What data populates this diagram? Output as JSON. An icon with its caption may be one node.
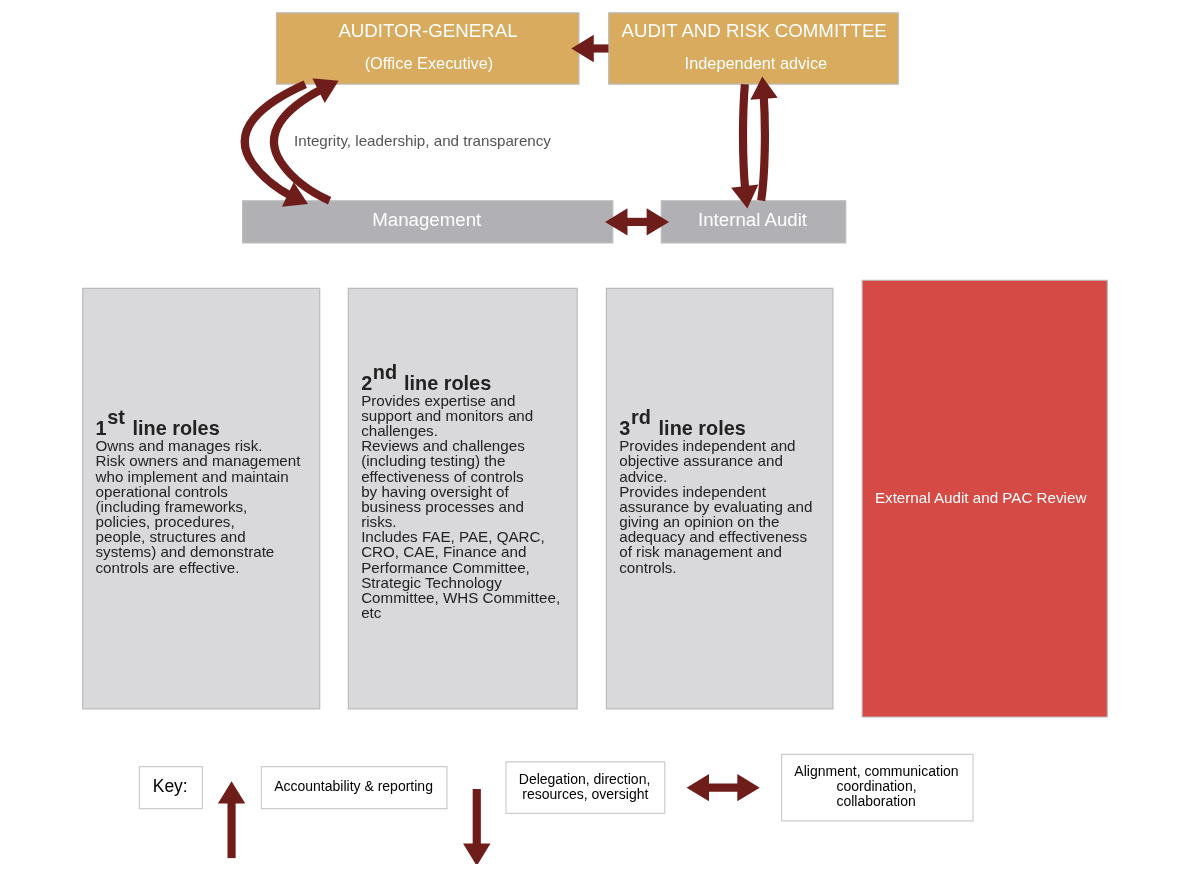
{
  "diagram": {
    "nodes": [
      {
        "text": [
          "AUDITOR-GENERAL",
          "(Office Executive)"
        ]
      },
      {
        "text": [
          "AUDIT AND RISK COMMITTEE",
          "Independent advice"
        ]
      },
      {
        "text": [
          "Management"
        ]
      },
      {
        "text": [
          "Internal Audit"
        ]
      },
      {
        "text": [
          "1$^{st}$ line roles",
          "Owns and manages risk.",
          "Risk owners and management who implement and maintain operational controls (including frameworks, policies, procedures, people, structures and systems) and demonstrate controls are effective."
        ]
      },
      {
        "text": [
          "2$^{nd}$ line roles",
          "Provides expertise and support and monitors and challenges.",
          "Reviews and challenges (including testing) the effectiveness of controls by having oversight of business processes and risks.",
          "Includes FAE, PAE, QARC, CRO, CAE, Finance and Performance Committee, Strategic Technology Committee, WHS Committee, etc"
        ]
      },
      {
        "text": [
          "3$^{rd}$ line roles",
          "Provides independent and objective assurance and advice.",
          "Provides independent assurance by evaluating and giving an opinion on the adequacy and effectiveness of risk management and controls."
        ]
      },
      {
        "text": [
          "External Audit and PAC Review"
        ]
      }
    ],
    "edges": [
      {
        "from": 1,
        "to": 0,
        "arrow": "to"
      },
      {
        "from": 2,
        "to": 0,
        "arrow": "to"
      },
      {
        "from": 0,
        "to": 2,
        "arrow": "to"
      },
      {
        "from": 2,
        "to": 3,
        "arrow": "both"
      },
      {
        "from": 3,
        "to": 1,
        "arrow": "to"
      },
      {
        "from": 1,
        "to": 3,
        "arrow": "to"
      }
    ],
    "labels": [
      "Integrity, leadership, and transparency",
      "Key:"
    ],
    "legend": [
      {
        "text": "Accountability & reporting"
      },
      {
        "text": "Delegation, direction, resources, oversight"
      },
      {
        "text": "Alignment, communication coordination, collaboration"
      }
    ]
  }
}
